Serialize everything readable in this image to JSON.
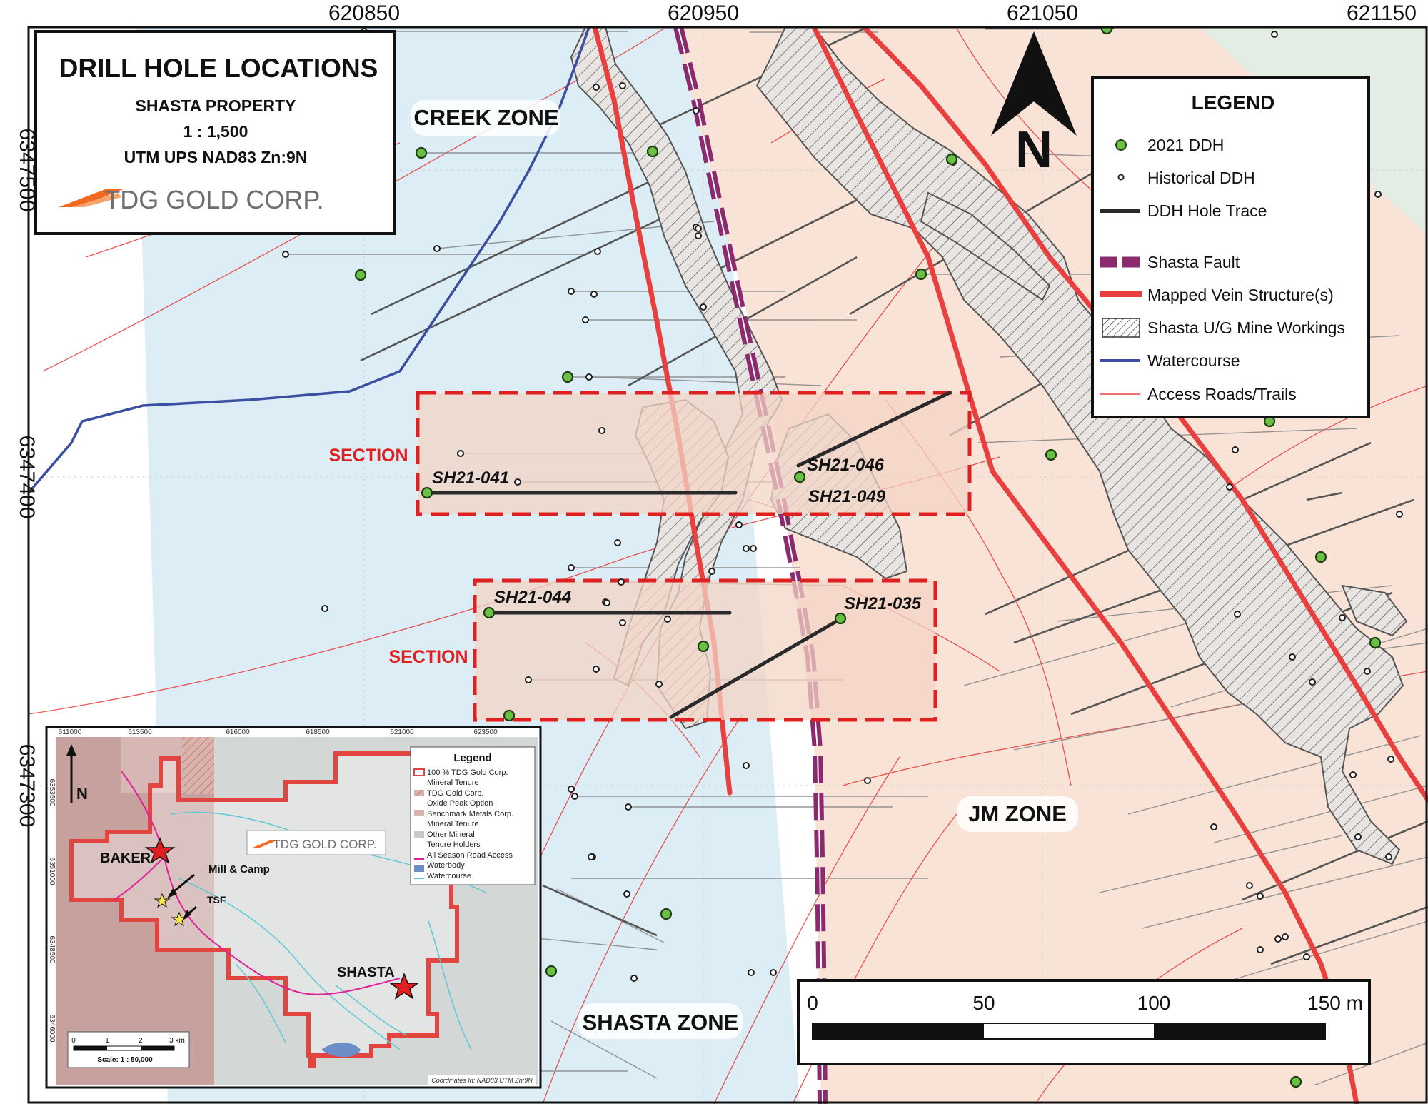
{
  "title_box": {
    "title": "DRILL HOLE LOCATIONS",
    "property": "SHASTA PROPERTY",
    "scale": "1 : 1,500",
    "projection": "UTM UPS NAD83 Zn:9N",
    "logo_text": "TDG GOLD CORP."
  },
  "grid": {
    "eastings": [
      "620850",
      "620950",
      "621050",
      "621150"
    ],
    "northings": [
      "6347500",
      "6347400",
      "6347300"
    ]
  },
  "zones": {
    "creek": "CREEK ZONE",
    "jm": "JM ZONE",
    "shasta": "SHASTA ZONE"
  },
  "section_label": "SECTION",
  "drill_holes": [
    "SH21-041",
    "SH21-046",
    "SH21-049",
    "SH21-044",
    "SH21-035"
  ],
  "north_arrow": "N",
  "legend": {
    "title": "LEGEND",
    "items": [
      {
        "label": "2021 DDH",
        "symbol": "green-dot-icon"
      },
      {
        "label": "Historical DDH",
        "symbol": "small-circle-icon"
      },
      {
        "label": "DDH Hole Trace",
        "symbol": "dark-line-icon"
      },
      {
        "label": "Shasta Fault",
        "symbol": "purple-dashed-line-icon"
      },
      {
        "label": "Mapped Vein Structure(s)",
        "symbol": "red-line-icon"
      },
      {
        "label": "Shasta U/G Mine Workings",
        "symbol": "hatched-box-icon"
      },
      {
        "label": "Watercourse",
        "symbol": "blue-line-icon"
      },
      {
        "label": "Access Roads/Trails",
        "symbol": "thin-red-line-icon"
      }
    ]
  },
  "scale_bar": {
    "ticks": [
      "0",
      "50",
      "100"
    ],
    "end_label": "150 m"
  },
  "inset": {
    "eastings": [
      "611000",
      "613500",
      "616000",
      "618500",
      "621000",
      "623500"
    ],
    "northings": [
      "6353500",
      "6351000",
      "6348500",
      "6346000"
    ],
    "north": "N",
    "places": {
      "baker": "BAKER",
      "mill": "Mill & Camp",
      "tsf": "TSF",
      "shasta": "SHASTA"
    },
    "logo_text": "TDG GOLD CORP.",
    "legend": {
      "title": "Legend",
      "items": [
        "100 % TDG Gold Corp.",
        "Mineral Tenure",
        "TDG Gold Corp.",
        "Oxide Peak Option",
        "Benchmark Metals Corp.",
        "Mineral Tenure",
        "Other Mineral",
        "Tenure Holders",
        "All Season Road Access",
        "Waterbody",
        "Watercourse"
      ]
    },
    "scale_ticks": [
      "0",
      "1",
      "2",
      "3 km"
    ],
    "scale_text": "Scale: 1 : 50,000",
    "coords_note": "Coordinates In: NAD83 UTM Zn:9N"
  },
  "colors": {
    "creek_zone": "#dcedf5",
    "jm_zone": "#f9e3d7",
    "vein": "#e8403e",
    "fault": "#8b2a6f",
    "watercourse": "#3b4fa0",
    "ddh_2021": "#6abf45",
    "section_box": "#e02020"
  }
}
